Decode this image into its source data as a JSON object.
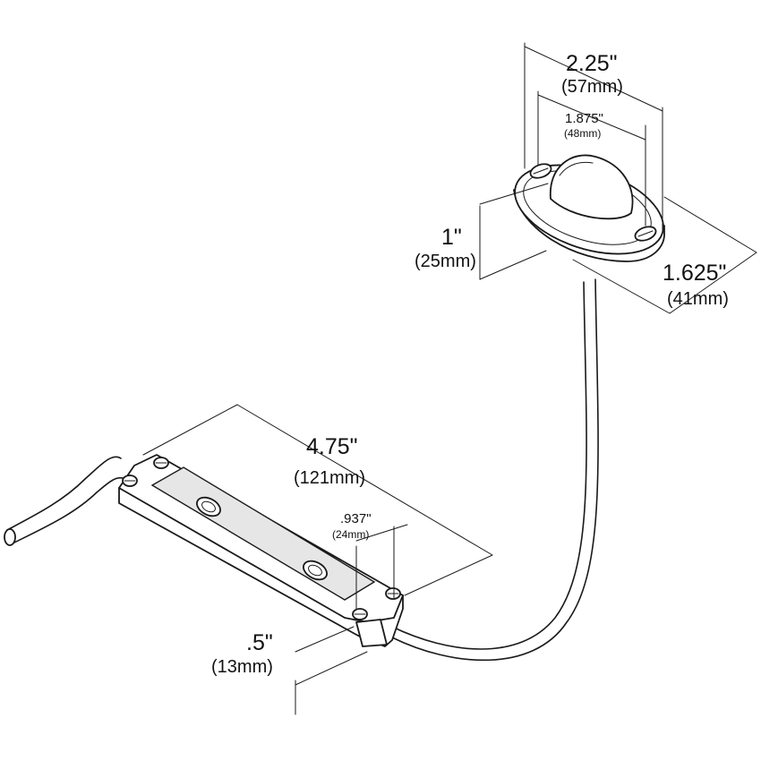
{
  "dimensions": {
    "dome_outer": {
      "in": "2.25\"",
      "mm": "(57mm)"
    },
    "dome_inner": {
      "in": "1.875\"",
      "mm": "(48mm)"
    },
    "dome_height": {
      "in": "1\"",
      "mm": "(25mm)"
    },
    "dome_depth": {
      "in": "1.625\"",
      "mm": "(41mm)"
    },
    "module_length": {
      "in": "4.75\"",
      "mm": "(121mm)"
    },
    "module_width": {
      "in": ".937\"",
      "mm": "(24mm)"
    },
    "module_height": {
      "in": ".5\"",
      "mm": "(13mm)"
    }
  },
  "colors": {
    "line": "#1a1a1a",
    "fill": "#ffffff",
    "panel": "#e6e6e6"
  }
}
